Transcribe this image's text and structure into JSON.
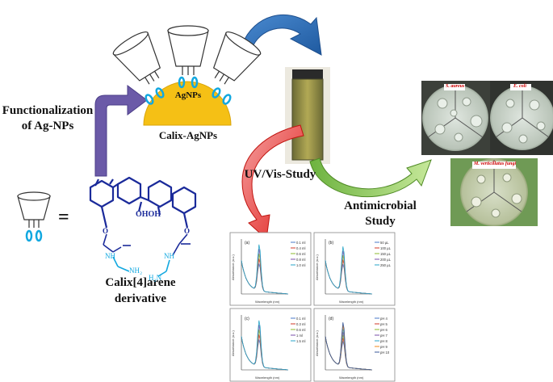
{
  "labels": {
    "functionalization_line1": "Functionalization",
    "functionalization_line2": "of Ag-NPs",
    "agnps": "AgNPs",
    "calix_agnps": "Calix-AgNPs",
    "uvvis_study": "UV/Vis-Study",
    "antimicrobial_line1": "Antimicrobial",
    "antimicrobial_line2": "Study",
    "calixarene_line1": "Calix[4]arene",
    "calixarene_line2": "derivative",
    "equals": "=",
    "oh_oh": "OHOH",
    "o_left": "O",
    "o_right": "O",
    "nh_left": "NH",
    "nh_right": "NH",
    "nh2": "NH₂",
    "h2n": "H₂N"
  },
  "plates": {
    "p1": "S. aureus",
    "p2": "E. coli",
    "p3": "M. verticillatus fungi"
  },
  "spectra_panels": [
    {
      "tag": "(a)",
      "legend": [
        "0.1 ml",
        "0.4 ml",
        "0.6 ml",
        "0.8 ml",
        "1.0 ml"
      ]
    },
    {
      "tag": "(b)",
      "legend": [
        "50 µL",
        "100 µL",
        "150 µL",
        "200 µL",
        "250 µL"
      ]
    },
    {
      "tag": "(c)",
      "legend": [
        "0.1 ml",
        "0.3 ml",
        "0.6 ml",
        "1 ml",
        "1.5 ml"
      ]
    },
    {
      "tag": "(d)",
      "legend": [
        "pH 4",
        "pH 5",
        "pH 6",
        "pH 7",
        "pH 8",
        "pH 9",
        "pH 10"
      ]
    }
  ],
  "axes": {
    "x": "Wavelength (nm)",
    "y": "Absorbance (a.u.)"
  },
  "colors": {
    "arrow_blue": "#2f6db5",
    "arrow_red": "#e0201c",
    "arrow_green": "#7cc242",
    "arrow_purple": "#6b5aa8",
    "gold": "#f5c015",
    "calix_blue": "#1a2a9a",
    "cyan": "#12a8e0"
  }
}
